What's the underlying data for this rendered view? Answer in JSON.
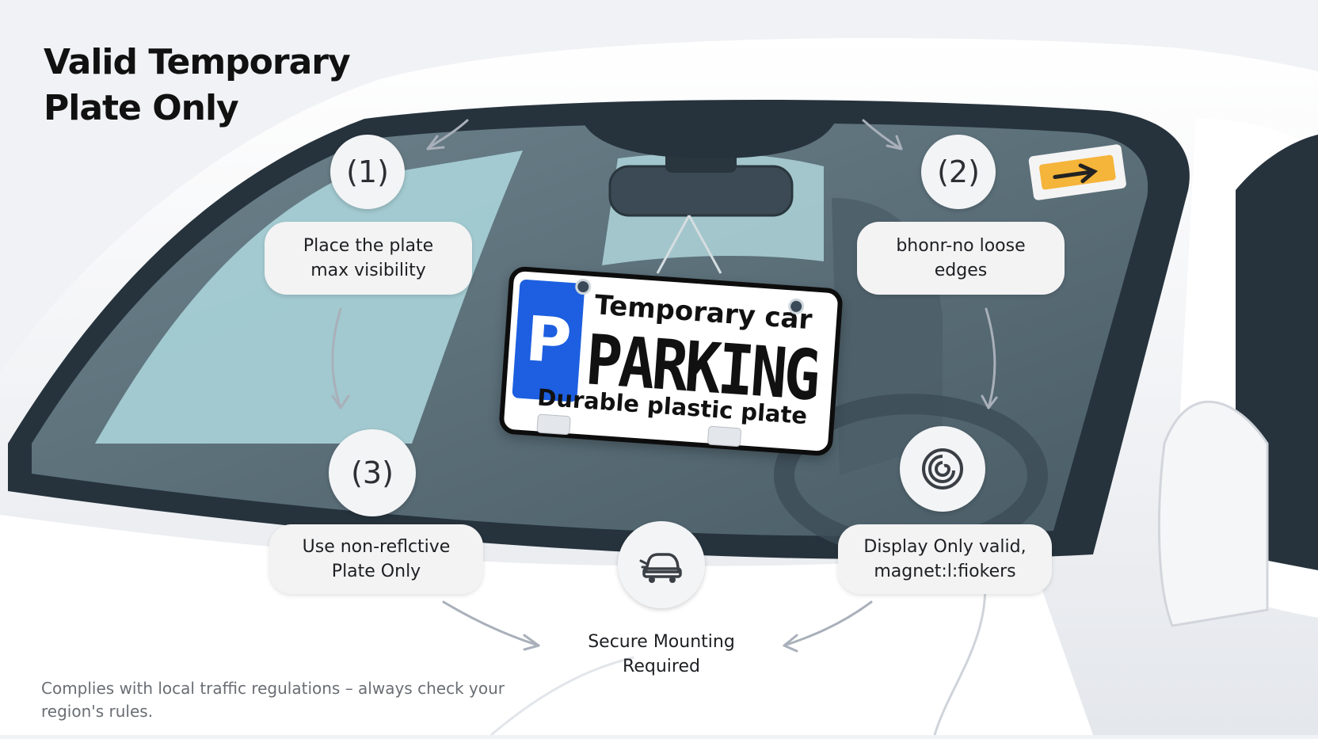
{
  "title": {
    "line1": "Valid Temporary",
    "line2": "Plate Only"
  },
  "steps": [
    {
      "number": "(1)",
      "label_line1": "Place the plate",
      "label_line2": "max visibility"
    },
    {
      "number": "(2)",
      "label_line1": "bhonr-no loose",
      "label_line2": "edges"
    },
    {
      "number": "(3)",
      "label_line1": "Use non-reflctive",
      "label_line2": "Plate Only"
    }
  ],
  "display_label": {
    "line1": "Display Only valid,",
    "line2": "magnet:l:fiokers"
  },
  "mounting_label": {
    "line1": "Secure Mounting",
    "line2": "Required"
  },
  "plate": {
    "badge": "P",
    "top_text": "Temporary car",
    "main_text": "PARKING",
    "bottom_text": "Durable plastic plate",
    "badge_color": "#1d5fe0"
  },
  "footnote": {
    "line1": "Complies with local traffic regulations – always check your",
    "line2": "region's rules."
  },
  "icons": {
    "sticker": "arrow-sticker-icon",
    "magnet": "magnet-swirl-icon",
    "mounting": "car-mount-icon"
  },
  "colors": {
    "sticker": "#f5b43a",
    "glass": "#566b76",
    "frame": "#26333d"
  }
}
